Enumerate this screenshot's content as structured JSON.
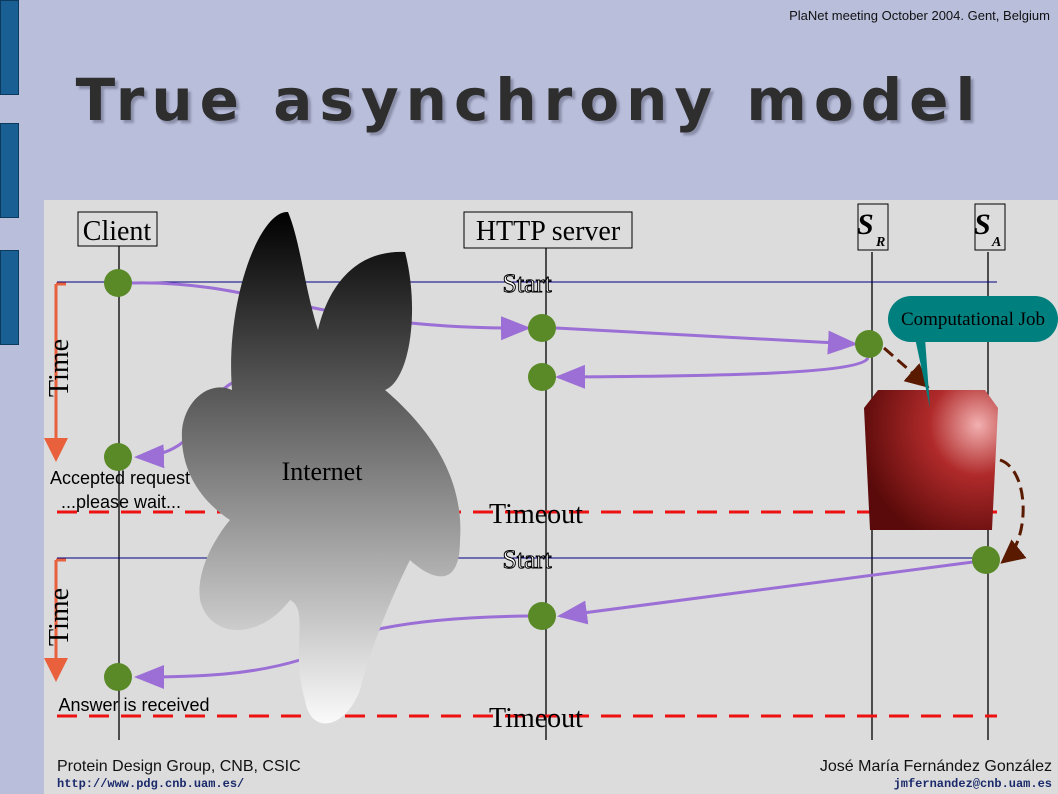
{
  "header": {
    "meeting": "PlaNet meeting October 2004. Gent, Belgium",
    "title": "True asynchrony model"
  },
  "actors": {
    "client": "Client",
    "http": "HTTP server",
    "sr": "S",
    "sr_sub": "R",
    "sa": "S",
    "sa_sub": "A"
  },
  "labels": {
    "start1": "Start",
    "start2": "Start",
    "timeout1": "Timeout",
    "timeout2": "Timeout",
    "time1": "Time",
    "time2": "Time",
    "internet": "Internet",
    "computational_job": "Computational Job",
    "accepted1": "Accepted request",
    "accepted2": "...please wait...",
    "answer": "Answer is received"
  },
  "footer": {
    "group": "Protein Design Group, CNB, CSIC",
    "url": "http://www.pdg.cnb.uam.es/",
    "author": "José María Fernández González",
    "email": "jmfernandez@cnb.uam.es"
  },
  "colors": {
    "node": "#5a8a28",
    "arrow": "#9b6fd6",
    "timeout": "#ee1111",
    "time": "#e8603c",
    "job": "#007f7f"
  }
}
